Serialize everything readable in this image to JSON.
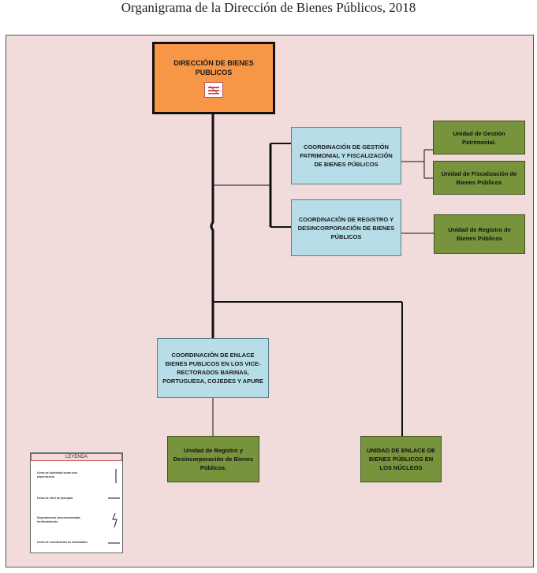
{
  "title": "Organigrama de la Dirección de Bienes Públicos, 2018",
  "nodes": {
    "direccion": "DIRECCIÓN DE BIENES PUBLICOS",
    "coord_gestion": "COORDINACIÓN DE GESTIÓN PATRIMONIAL Y FISCALIZACIÓN DE BIENES  PÚBLICOS",
    "coord_registro": "COORDINACIÓN DE REGISTRO Y DESINCORPORACIÓN DE BIENES PÚBLICOS",
    "coord_enlace": "COORDINACIÓN DE ENLACE BIENES PUBLICOS  EN LOS VICE-RECTORADOS BARINAS, PORTUGUESA, COJEDES Y APURE",
    "unidad_gestion": "Unidad de Gestión Patrimonial.",
    "unidad_fiscalizacion": "Unidad de Fiscalización de Bienes Públicos",
    "unidad_registro_bienes": "Unidad de Registro de Bienes Públicos",
    "unidad_registro_desinc": "Unidad de Registro y Desincorporación de Bienes Públicos.",
    "unidad_enlace_nucleos": "UNIDAD DE ENLACE DE BIENES PÚBLICOS EN LOS NÚCLEOS"
  },
  "legend": {
    "title": "LEYENDA",
    "items": [
      "Línea de Autoridad sobre una dependencia",
      "Línea de nivel de jerarquía",
      "Dependencias desconcentradas territorialmente",
      "Línea de coordinación de actividades"
    ]
  },
  "colors": {
    "background": "#f2dcdb",
    "direction_box": "#f79646",
    "coordination_box": "#b7dee8",
    "unit_box": "#77933c"
  }
}
